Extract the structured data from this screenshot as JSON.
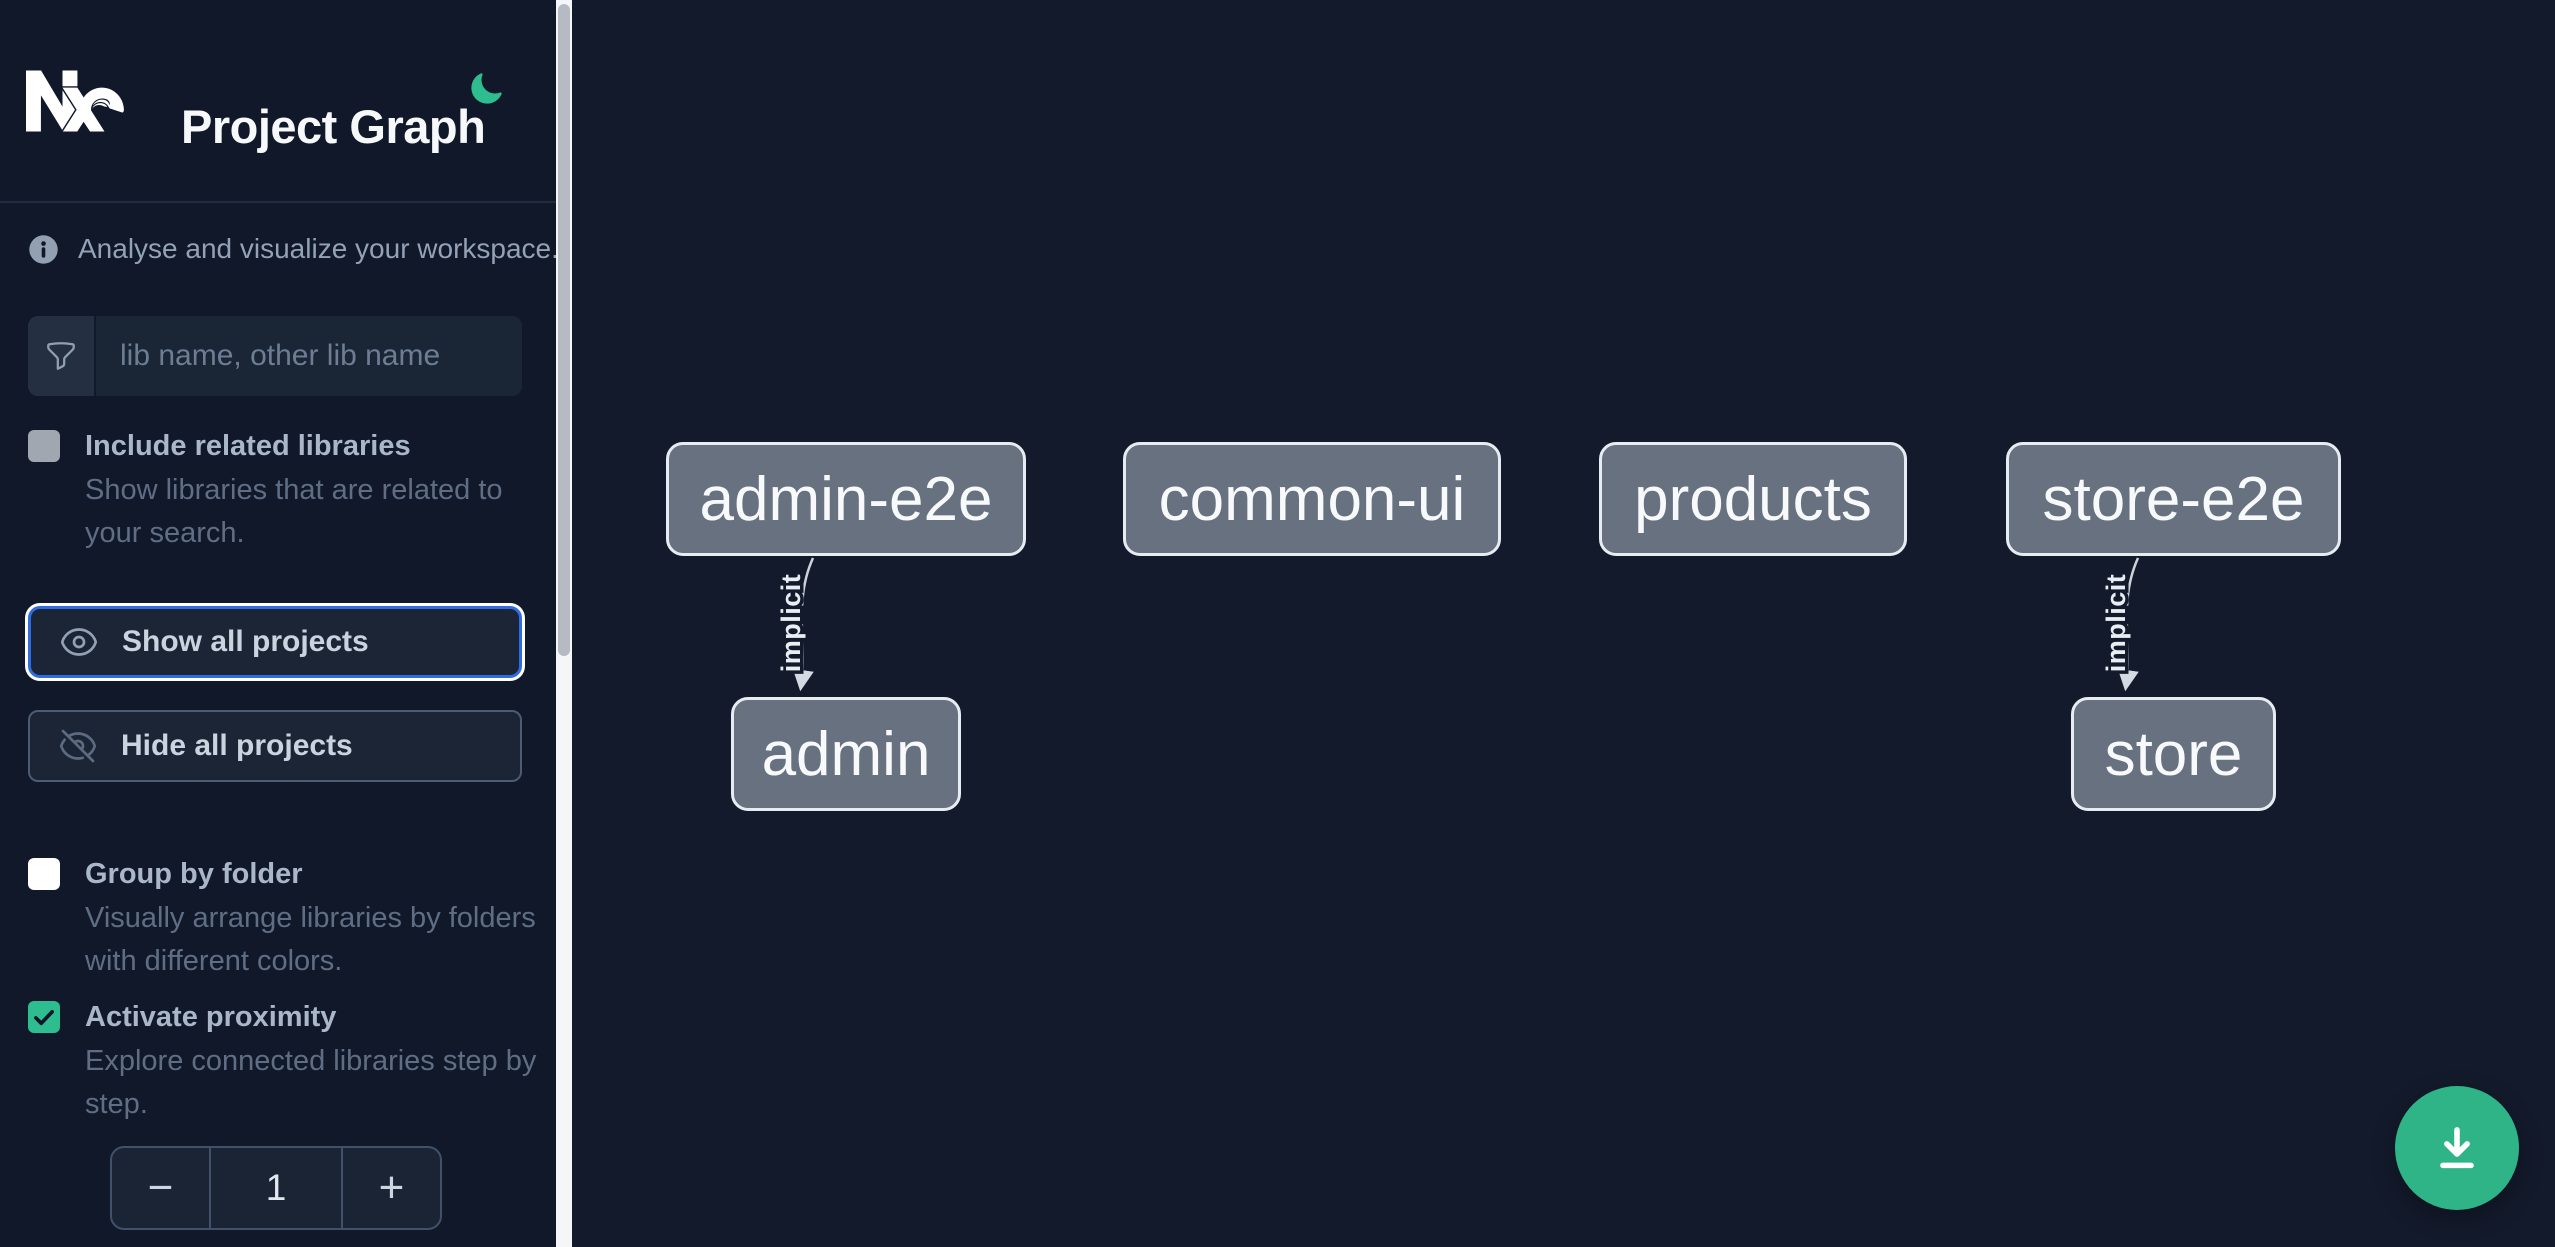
{
  "header": {
    "title": "Project Graph"
  },
  "sidebar": {
    "tagline": "Analyse and visualize your workspace.",
    "search_placeholder": "lib name, other lib name",
    "include_related": {
      "label": "Include related libraries",
      "description": "Show libraries that are related to your search.",
      "checked": false
    },
    "show_all_label": "Show all projects",
    "hide_all_label": "Hide all projects",
    "group_by_folder": {
      "label": "Group by folder",
      "description": "Visually arrange libraries by folders with different colors.",
      "checked": false
    },
    "activate_proximity": {
      "label": "Activate proximity",
      "description": "Explore connected libraries step by step.",
      "checked": true
    },
    "proximity_stepper": {
      "decrement": "−",
      "value": "1",
      "increment": "+"
    }
  },
  "graph": {
    "nodes": [
      {
        "id": "admin-e2e",
        "label": "admin-e2e"
      },
      {
        "id": "common-ui",
        "label": "common-ui"
      },
      {
        "id": "products",
        "label": "products"
      },
      {
        "id": "store-e2e",
        "label": "store-e2e"
      },
      {
        "id": "admin",
        "label": "admin"
      },
      {
        "id": "store",
        "label": "store"
      }
    ],
    "edges": [
      {
        "source": "admin-e2e",
        "target": "admin",
        "label": "implicit"
      },
      {
        "source": "store-e2e",
        "target": "store",
        "label": "implicit"
      }
    ]
  },
  "colors": {
    "accent_green": "#2dbd8e",
    "focus_blue": "#2e6cdf",
    "node_fill": "#67717f",
    "node_border": "#e7ecf2",
    "sidebar_bg": "#10182a",
    "canvas_bg": "#131a2b"
  }
}
